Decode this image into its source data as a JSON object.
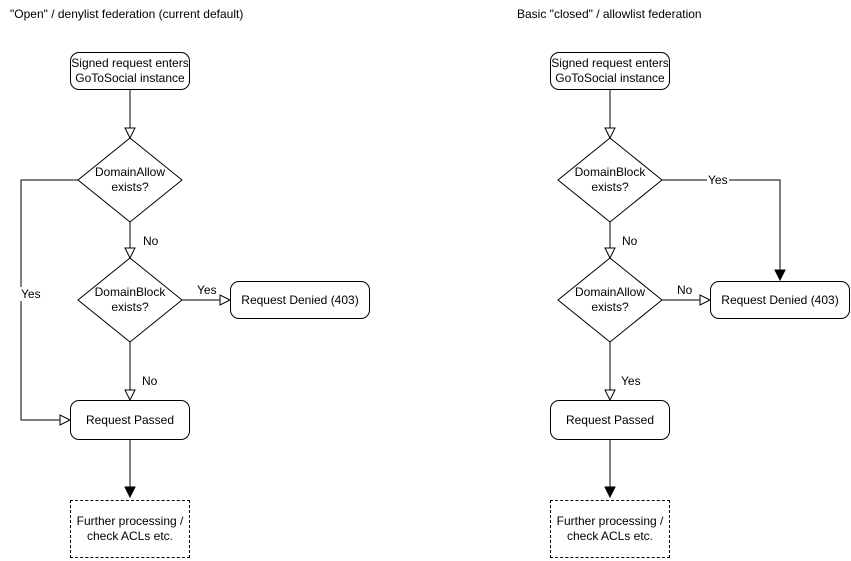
{
  "colors": {
    "stroke": "#000000",
    "shape_fill": "#ffffff",
    "text": "#000000",
    "background": "#ffffff"
  },
  "left": {
    "title": "\"Open\" / denylist federation (current default)",
    "start": "Signed request enters\nGoToSocial instance",
    "decision1": "DomainAllow\nexists?",
    "decision2": "DomainBlock\nexists?",
    "denied": "Request Denied (403)",
    "passed": "Request Passed",
    "further": "Further processing /\ncheck ACLs etc.",
    "labels": {
      "allow_no": "No",
      "allow_yes": "Yes",
      "block_yes": "Yes",
      "block_no": "No"
    }
  },
  "right": {
    "title": "Basic \"closed\" / allowlist federation",
    "start": "Signed request enters\nGoToSocial instance",
    "decision1": "DomainBlock\nexists?",
    "decision2": "DomainAllow\nexists?",
    "denied": "Request Denied (403)",
    "passed": "Request Passed",
    "further": "Further processing /\ncheck ACLs etc.",
    "labels": {
      "block_yes": "Yes",
      "block_no": "No",
      "allow_no": "No",
      "allow_yes": "Yes"
    }
  }
}
